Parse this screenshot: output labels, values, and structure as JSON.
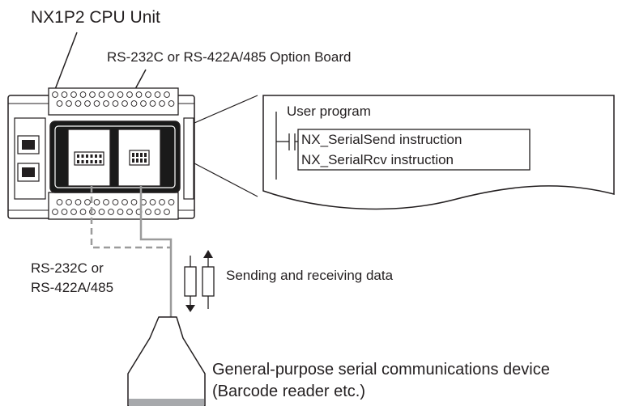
{
  "labels": {
    "cpu_unit": "NX1P2 CPU Unit",
    "option_board": "RS-232C or RS-422A/485 Option Board",
    "user_program": "User program",
    "serial_send": "NX_SerialSend instruction",
    "serial_rcv": "NX_SerialRcv instruction",
    "interface_line1": "RS-232C or",
    "interface_line2": "RS-422A/485",
    "sending_receiving": "Sending and receiving data",
    "device_line1": "General-purpose serial communications device",
    "device_line2": "(Barcode reader etc.)"
  },
  "colors": {
    "line": "#231f20",
    "cable": "#9b9b9b",
    "board_fill": "#1a1a1a",
    "device_band": "#a7a9ac"
  }
}
